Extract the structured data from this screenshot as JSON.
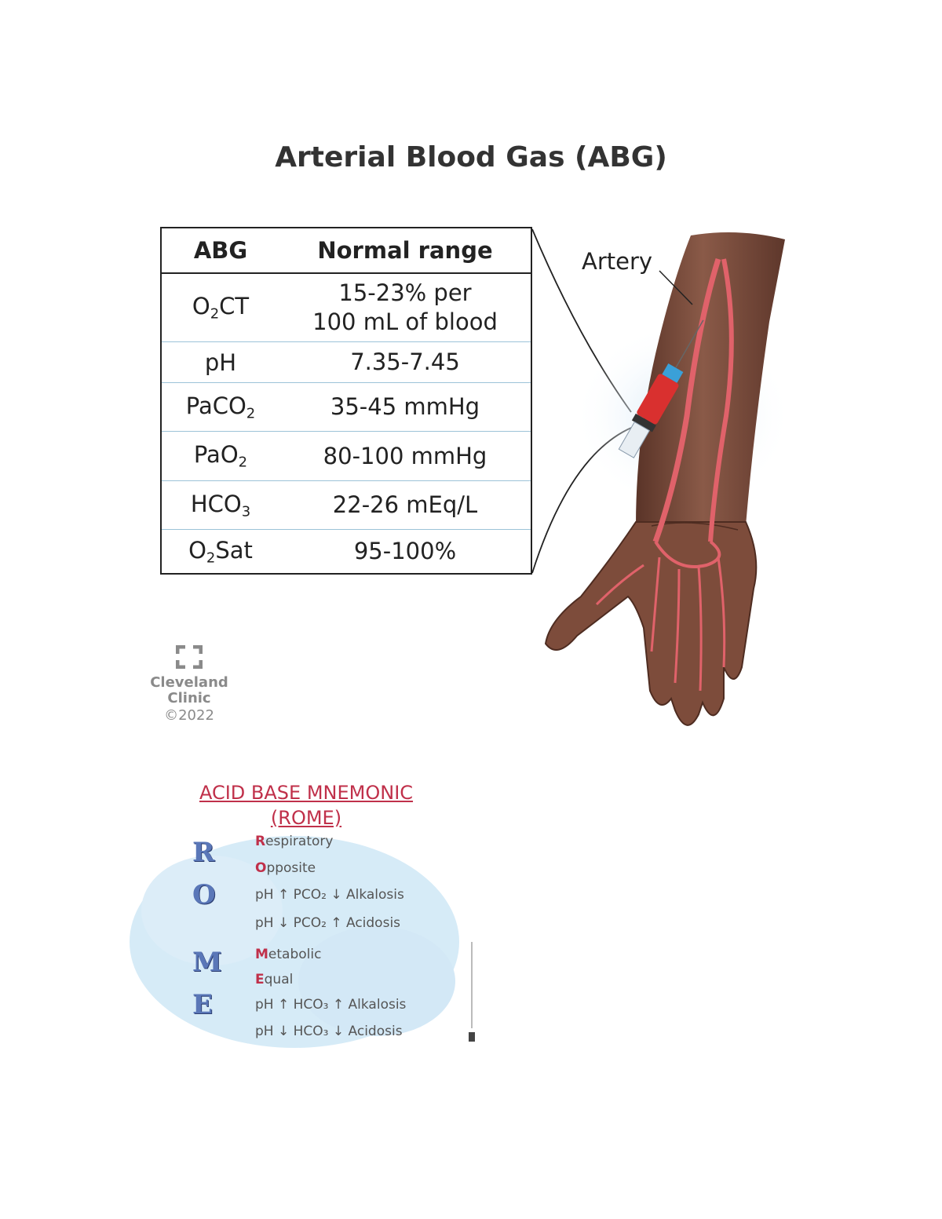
{
  "title": "Arterial Blood Gas (ABG)",
  "table": {
    "headers": [
      "ABG",
      "Normal range"
    ],
    "rows": [
      {
        "name_base": "O",
        "name_sub": "2",
        "name_tail": "CT",
        "range_line1": "15-23% per",
        "range_line2": "100 mL of blood"
      },
      {
        "name_base": "pH",
        "name_sub": "",
        "name_tail": "",
        "range_line1": "7.35-7.45",
        "range_line2": ""
      },
      {
        "name_base": "PaCO",
        "name_sub": "2",
        "name_tail": "",
        "range_line1": "35-45 mmHg",
        "range_line2": ""
      },
      {
        "name_base": "PaO",
        "name_sub": "2",
        "name_tail": "",
        "range_line1": "80-100 mmHg",
        "range_line2": ""
      },
      {
        "name_base": "HCO",
        "name_sub": "3",
        "name_tail": "",
        "range_line1": "22-26 mEq/L",
        "range_line2": ""
      },
      {
        "name_base": "O",
        "name_sub": "2",
        "name_tail": "Sat",
        "range_line1": "95-100%",
        "range_line2": ""
      }
    ]
  },
  "illustration": {
    "artery_label": "Artery",
    "skin_color": "#7a4a3a",
    "artery_color": "#e0626a",
    "syringe_color": "#d9302f",
    "needle_hub_color": "#3aa0d8"
  },
  "logo": {
    "line1": "Cleveland",
    "line2": "Clinic",
    "line3": "©2022",
    "icon": "cleveland-clinic-cross-icon"
  },
  "mnemonic": {
    "title_line1": "ACID BASE MNEMONIC",
    "title_line2": "(ROME)",
    "letters": [
      "R",
      "O",
      "M",
      "E"
    ],
    "lines": [
      {
        "hl": "R",
        "rest": "espiratory"
      },
      {
        "hl": "O",
        "rest": "pposite"
      },
      {
        "hl": "",
        "rest": "pH ↑ PCO₂ ↓ Alkalosis"
      },
      {
        "hl": "",
        "rest": "pH ↓ PCO₂ ↑ Acidosis"
      },
      {
        "hl": "M",
        "rest": "etabolic"
      },
      {
        "hl": "E",
        "rest": "qual"
      },
      {
        "hl": "",
        "rest": "pH ↑ HCO₃ ↑ Alkalosis"
      },
      {
        "hl": "",
        "rest": "pH ↓ HCO₃ ↓ Acidosis"
      }
    ],
    "accent_color": "#c0304a",
    "cloud_color": "#d6ebf7"
  }
}
